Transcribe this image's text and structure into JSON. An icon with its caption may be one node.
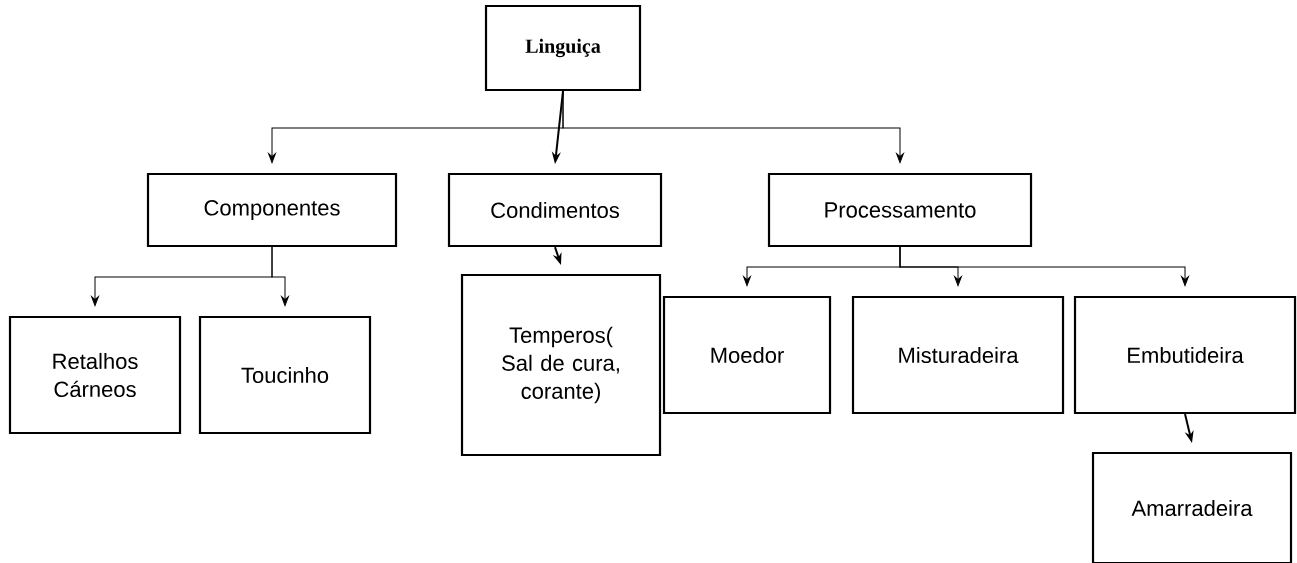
{
  "diagram": {
    "nodes": [
      {
        "text": [
          "Linguiça"
        ]
      },
      {
        "text": [
          "Componentes"
        ]
      },
      {
        "text": [
          "Condimentos"
        ]
      },
      {
        "text": [
          "Processamento"
        ]
      },
      {
        "text": [
          "Retalhos Cárneos"
        ]
      },
      {
        "text": [
          "Toucinho"
        ]
      },
      {
        "text": [
          "Temperos( Sal de cura, corante)"
        ]
      },
      {
        "text": [
          "Moedor"
        ]
      },
      {
        "text": [
          "Misturadeira"
        ]
      },
      {
        "text": [
          "Embutideira"
        ]
      },
      {
        "text": [
          "Amarradeira"
        ]
      }
    ],
    "edges": [
      {
        "from": 0,
        "to": 1,
        "arrow": "to"
      },
      {
        "from": 0,
        "to": 2,
        "arrow": "to"
      },
      {
        "from": 0,
        "to": 3,
        "arrow": "to"
      },
      {
        "from": 1,
        "to": 4,
        "arrow": "to"
      },
      {
        "from": 1,
        "to": 5,
        "arrow": "to"
      },
      {
        "from": 2,
        "to": 6,
        "arrow": "to"
      },
      {
        "from": 3,
        "to": 7,
        "arrow": "to"
      },
      {
        "from": 3,
        "to": 8,
        "arrow": "to"
      },
      {
        "from": 3,
        "to": 9,
        "arrow": "to"
      },
      {
        "from": 9,
        "to": 10,
        "arrow": "to"
      }
    ]
  }
}
